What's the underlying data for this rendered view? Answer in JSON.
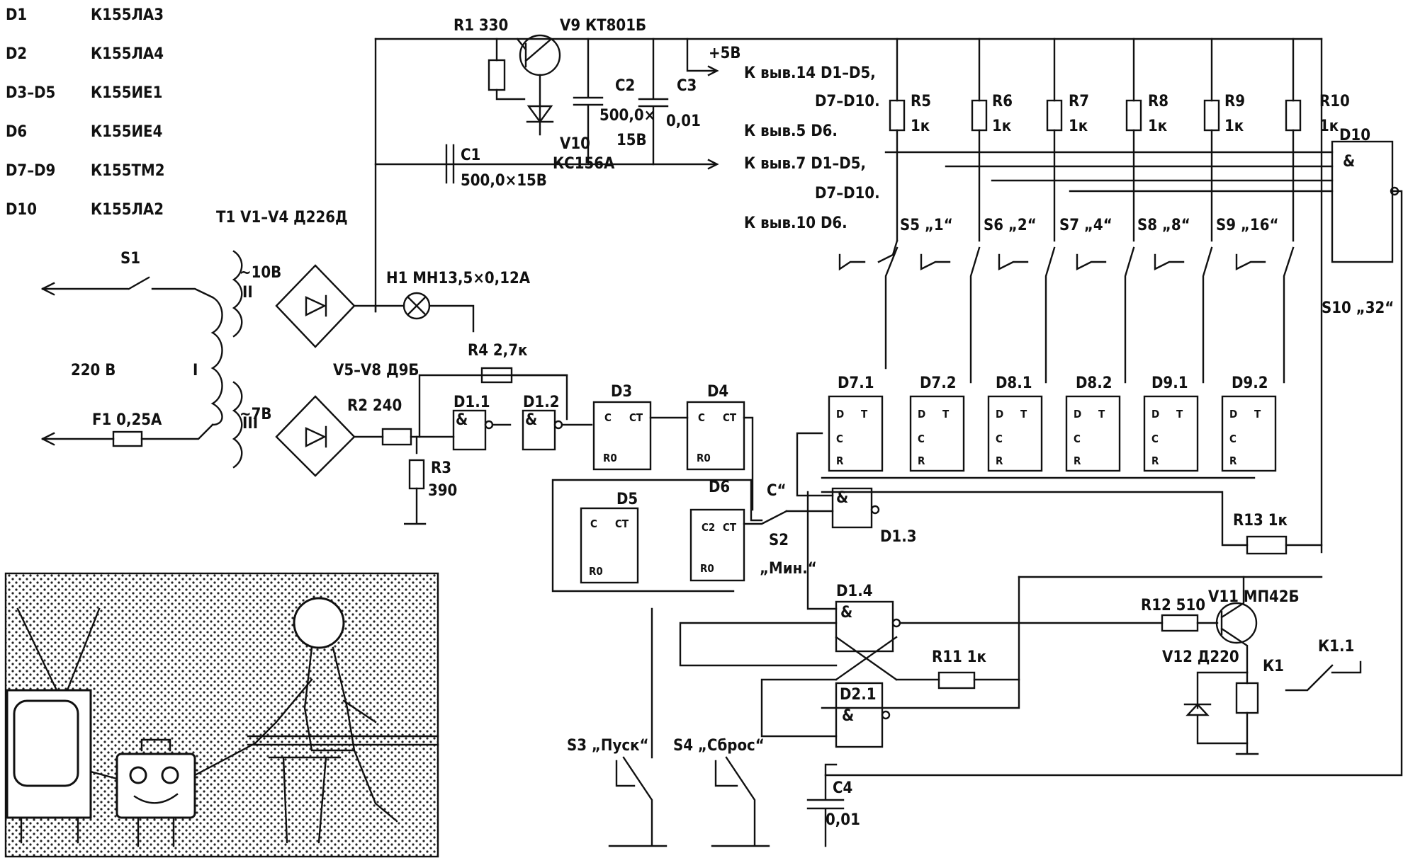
{
  "parts_table": [
    {
      "ref": "D1",
      "type": "К155ЛА3"
    },
    {
      "ref": "D2",
      "type": "К155ЛА4"
    },
    {
      "ref": "D3–D5",
      "type": "К155ИЕ1"
    },
    {
      "ref": "D6",
      "type": "К155ИЕ4"
    },
    {
      "ref": "D7–D9",
      "type": "К155ТМ2"
    },
    {
      "ref": "D10",
      "type": "К155ЛА2"
    }
  ],
  "power": {
    "r1": "R1 330",
    "v9": "V9 КТ801Б",
    "plus5": "+5В",
    "c2a": "C2",
    "c2b": "500,0×",
    "c2c": "15В",
    "c3a": "C3",
    "c3b": "0,01",
    "c1a": "C1",
    "c1b": "500,0×15В",
    "v10a": "V10",
    "v10b": "КС156А",
    "t1": "T1  V1–V4  Д226Д",
    "s1": "S1",
    "mains": "220 В",
    "f1": "F1 0,25А",
    "win1": "I",
    "win2": "II",
    "win3": "III",
    "ac10": "~10В",
    "ac7": "~7В",
    "h1": "H1 МН13,5×0,12А",
    "v5": "V5–V8  Д9Б",
    "r2": "R2  240",
    "r3a": "R3",
    "r3b": "390",
    "r4": "R4  2,7к"
  },
  "notes": {
    "n1": "К выв.14  D1–D5,",
    "n2": "D7–D10.",
    "n3": "К выв.5   D6.",
    "n4": "К выв.7   D1–D5,",
    "n5": "D7–D10.",
    "n6": "К выв.10  D6."
  },
  "resistors_top": [
    {
      "name": "R5",
      "val": "1к"
    },
    {
      "name": "R6",
      "val": "1к"
    },
    {
      "name": "R7",
      "val": "1к"
    },
    {
      "name": "R8",
      "val": "1к"
    },
    {
      "name": "R9",
      "val": "1к"
    },
    {
      "name": "R10",
      "val": "1к"
    }
  ],
  "switches_top": [
    "S5 „1“",
    "S6 „2“",
    "S7 „4“",
    "S8 „8“",
    "S9 „16“",
    "S10 „32“"
  ],
  "chips": {
    "d10": "D10",
    "d11": "D1.1",
    "d12": "D1.2",
    "d3": "D3",
    "d4": "D4",
    "d5": "D5",
    "d6": "D6",
    "d13": "D1.3",
    "d14": "D1.4",
    "d21": "D2.1",
    "flipflops": [
      "D7.1",
      "D7.2",
      "D8.1",
      "D8.2",
      "D9.1",
      "D9.2"
    ]
  },
  "misc": {
    "s2a": "S2",
    "s2b": "„Мин.“",
    "sec": "С“",
    "r13": "R13 1к",
    "r12": "R12  510",
    "v11": "V11 МП42Б",
    "v12": "V12 Д220",
    "k1": "К1",
    "k11": "К1.1",
    "r11": "R11   1к",
    "s3": "S3 „Пуск“",
    "s4": "S4 „Сброс“",
    "c4a": "C4",
    "c4b": "0,01"
  },
  "gate_symbols": {
    "and": "&",
    "ct": "СТ",
    "c": "С",
    "r0": "R0",
    "t": "T",
    "d": "D",
    "r": "R",
    "ct2": "С2"
  }
}
